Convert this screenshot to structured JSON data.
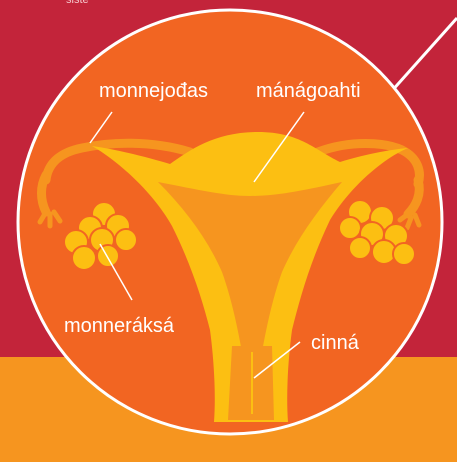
{
  "top_fragment": "siste",
  "labels": {
    "fallopian_tube": "monnejođas",
    "uterus": "ánágoahti",
    "uterus_prefix": "m",
    "ovary": "monneráksá",
    "cervix": "cinná"
  },
  "colors": {
    "background_red": "#c3243a",
    "band_orange": "#f6951f",
    "circle_orange": "#f26522",
    "organ_yellow": "#fcbf12",
    "label_white": "#ffffff"
  }
}
